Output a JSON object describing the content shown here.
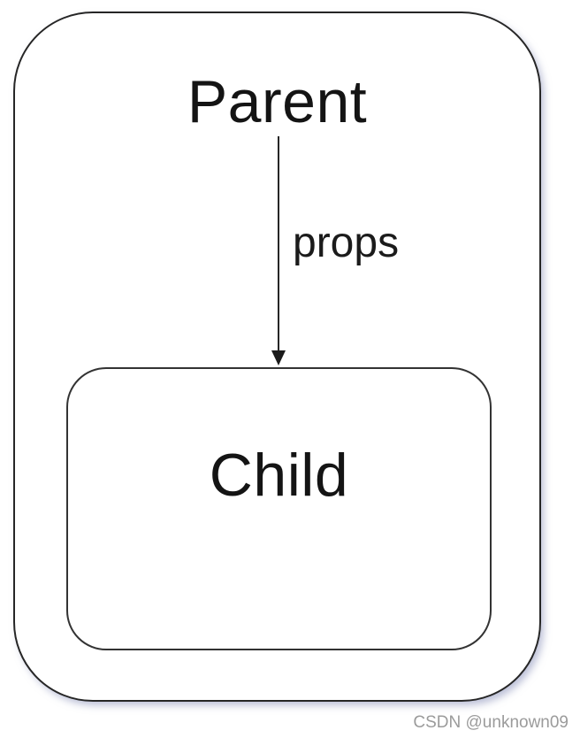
{
  "diagram": {
    "parent_box": {
      "label": "Parent"
    },
    "arrow": {
      "label": "props",
      "direction": "down"
    },
    "child_box": {
      "label": "Child"
    }
  },
  "watermark": {
    "text": "CSDN @unknown09"
  },
  "colors": {
    "background": "#ffffff",
    "line": "#262626",
    "text": "#141414",
    "shadow": "#8288b4",
    "watermark_text": "#9b9b9b"
  }
}
